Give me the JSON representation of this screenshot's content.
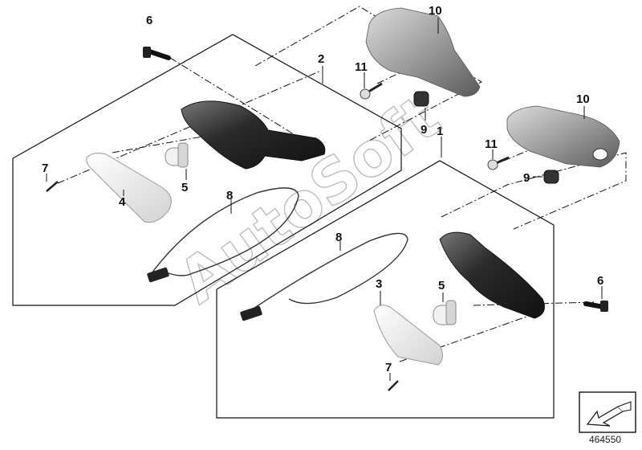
{
  "watermark": "AutoSoft",
  "diagram_id": "464550",
  "callouts": {
    "c1": "1",
    "c2": "2",
    "c3": "3",
    "c4": "4",
    "c5a": "5",
    "c5b": "5",
    "c6a": "6",
    "c6b": "6",
    "c7a": "7",
    "c7b": "7",
    "c8a": "8",
    "c8b": "8",
    "c9a": "9",
    "c9b": "9",
    "c10a": "10",
    "c10b": "10",
    "c11a": "11",
    "c11b": "11"
  },
  "colors": {
    "line": "#111111",
    "part_dark": "#2b2b2b",
    "part_grey": "#9a9a9a",
    "lens": "#eeeeee",
    "watermark": "#bdbdbd"
  },
  "icons": {
    "corner": "arrow-nav-icon"
  }
}
